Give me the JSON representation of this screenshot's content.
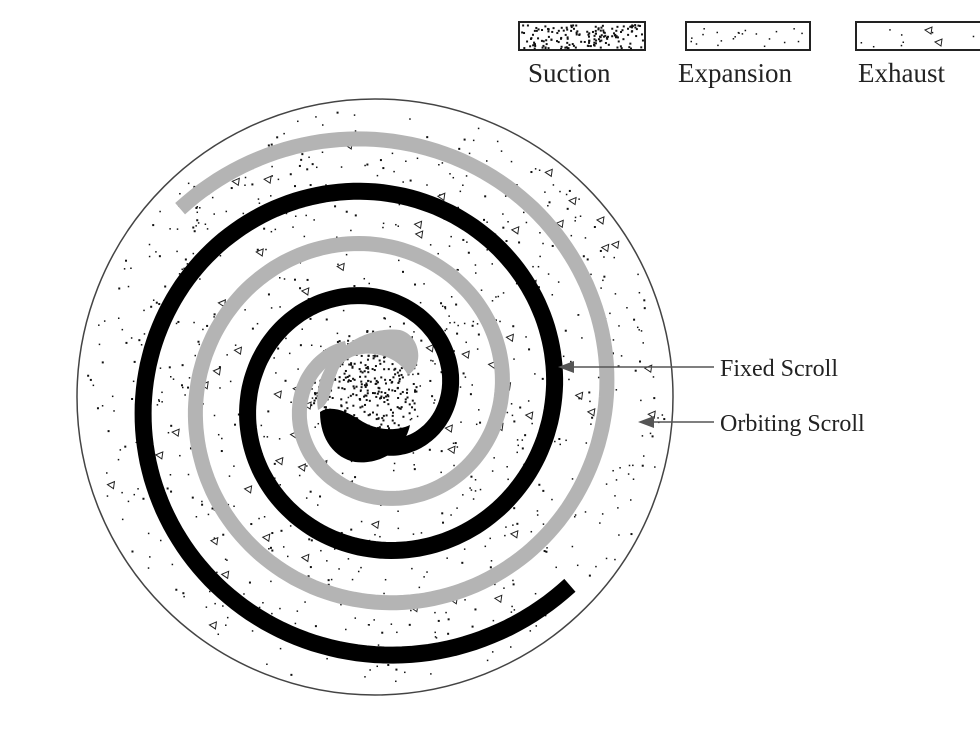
{
  "legend": [
    {
      "label": "Suction",
      "pattern": "dense-speckle"
    },
    {
      "label": "Expansion",
      "pattern": "sparse-speckle"
    },
    {
      "label": "Exhaust",
      "pattern": "triangle-speckle"
    }
  ],
  "callouts": {
    "fixed_scroll": "Fixed Scroll",
    "orbiting_scroll": "Orbiting Scroll"
  },
  "colors": {
    "fixed_scroll": "#000000",
    "orbiting_scroll": "#b4b4b4",
    "arrow": "#555555"
  }
}
